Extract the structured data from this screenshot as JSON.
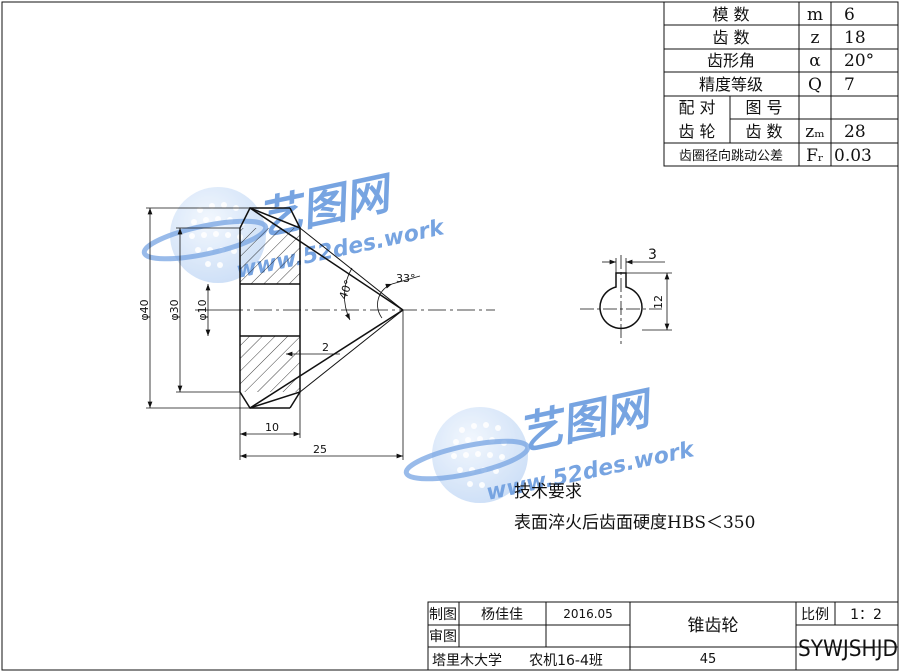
{
  "params_table": {
    "rows": [
      {
        "label": "模 数",
        "symbol": "m",
        "value": "6"
      },
      {
        "label": "齿 数",
        "symbol": "z",
        "value": "18"
      },
      {
        "label": "齿形角",
        "symbol": "α",
        "value": "20°"
      },
      {
        "label": "精度等级",
        "symbol": "Q",
        "value": "7"
      }
    ],
    "mating_label_1": "配 对",
    "mating_label_2": "齿 轮",
    "drawing_no_label": "图 号",
    "teeth_label": "齿 数",
    "teeth_symbol": "zₘ",
    "teeth_value": "28",
    "runout_label": "齿圈径向跳动公差",
    "runout_symbol": "Fᵣ",
    "runout_value": "0.03"
  },
  "dimensions": {
    "d40": "φ40",
    "d30": "φ30",
    "d10": "φ10",
    "len10": "10",
    "len25": "25",
    "chamfer": "2",
    "angle40": "40°",
    "angle33": "33°",
    "key_width": "3",
    "key_height": "12"
  },
  "notes": {
    "heading": "技术要求",
    "line1": "表面淬火后齿面硬度HBS＜350"
  },
  "title_block": {
    "drawn_label": "制图",
    "drawn_name": "杨佳佳",
    "date": "2016.05",
    "checked_label": "审图",
    "part_name": "锥齿轮",
    "scale_label": "比例",
    "scale_value": "1：2",
    "school": "塔里木大学",
    "class": "农机16-4班",
    "number": "45",
    "code": "SYWJSHJD"
  },
  "watermark": {
    "brand": "艺图网",
    "url": "www.52des.work"
  },
  "colors": {
    "line": "#111111",
    "watermark_blue": "#4a86d8",
    "watermark_light": "#a9c9f0"
  }
}
